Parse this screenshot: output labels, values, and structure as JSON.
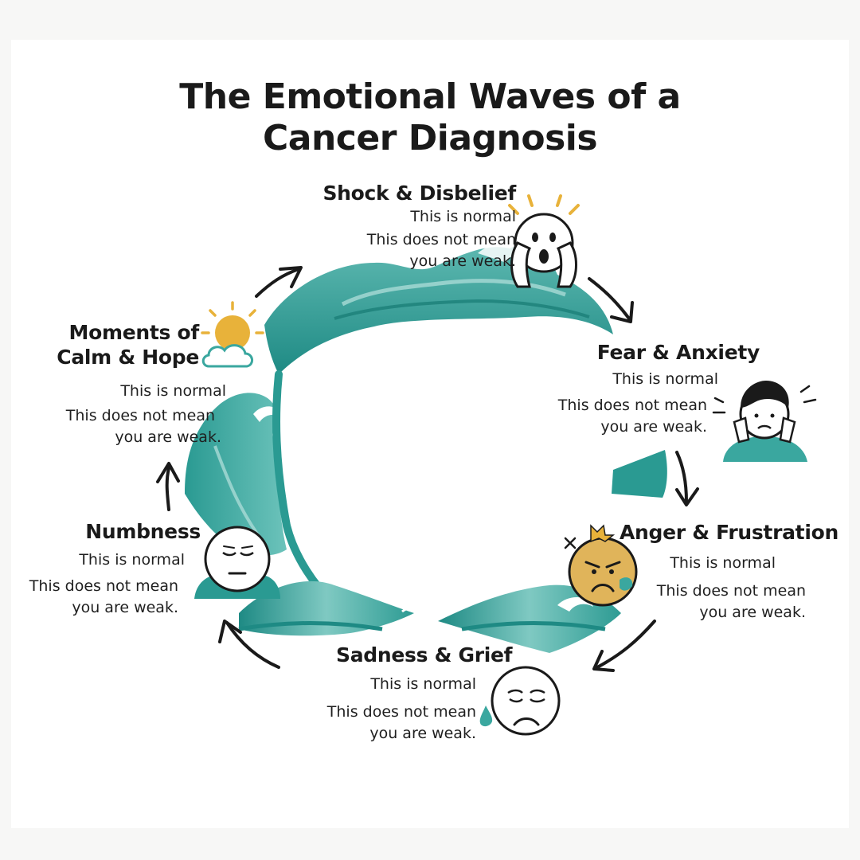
{
  "title": {
    "line1": "The Emotional Waves of a",
    "line2": "Cancer Diagnosis"
  },
  "colors": {
    "wave_dark": "#1e8a84",
    "wave_mid": "#3aa79f",
    "wave_light": "#a9dbd6",
    "sun": "#e8b23a",
    "angry_face": "#e0b45a",
    "arrow": "#1a1a1a",
    "face_fill": "#ffffff"
  },
  "stages": [
    {
      "id": "shock",
      "name": "Shock & Disbelief",
      "line1": "This is normal",
      "line2": "This does not mean",
      "line3": "you are weak.",
      "icon": "shocked-face-icon"
    },
    {
      "id": "fear",
      "name": "Fear  & Anxiety",
      "line1": "This is normal",
      "line2": "This does not mean",
      "line3": "you are weak.",
      "icon": "anxious-person-icon"
    },
    {
      "id": "anger",
      "name": "Anger & Frustration",
      "line1": "This is normal",
      "line2": "This does not mean",
      "line3": "you are weak.",
      "icon": "angry-face-icon"
    },
    {
      "id": "sadness",
      "name": "Sadness & Grief",
      "line1": "This is normal",
      "line2": "This does not mean",
      "line3": "you are weak.",
      "icon": "crying-face-icon"
    },
    {
      "id": "numbness",
      "name": "Numbness",
      "line1": "This is normal",
      "line2": "This does not mean",
      "line3": "you are weak.",
      "icon": "neutral-face-icon"
    },
    {
      "id": "calm",
      "name_line1": "Moments of",
      "name_line2": "Calm & Hope",
      "line1": "This is normal",
      "line2": "This does not mean",
      "line3": "you are weak.",
      "icon": "sun-cloud-icon"
    }
  ]
}
